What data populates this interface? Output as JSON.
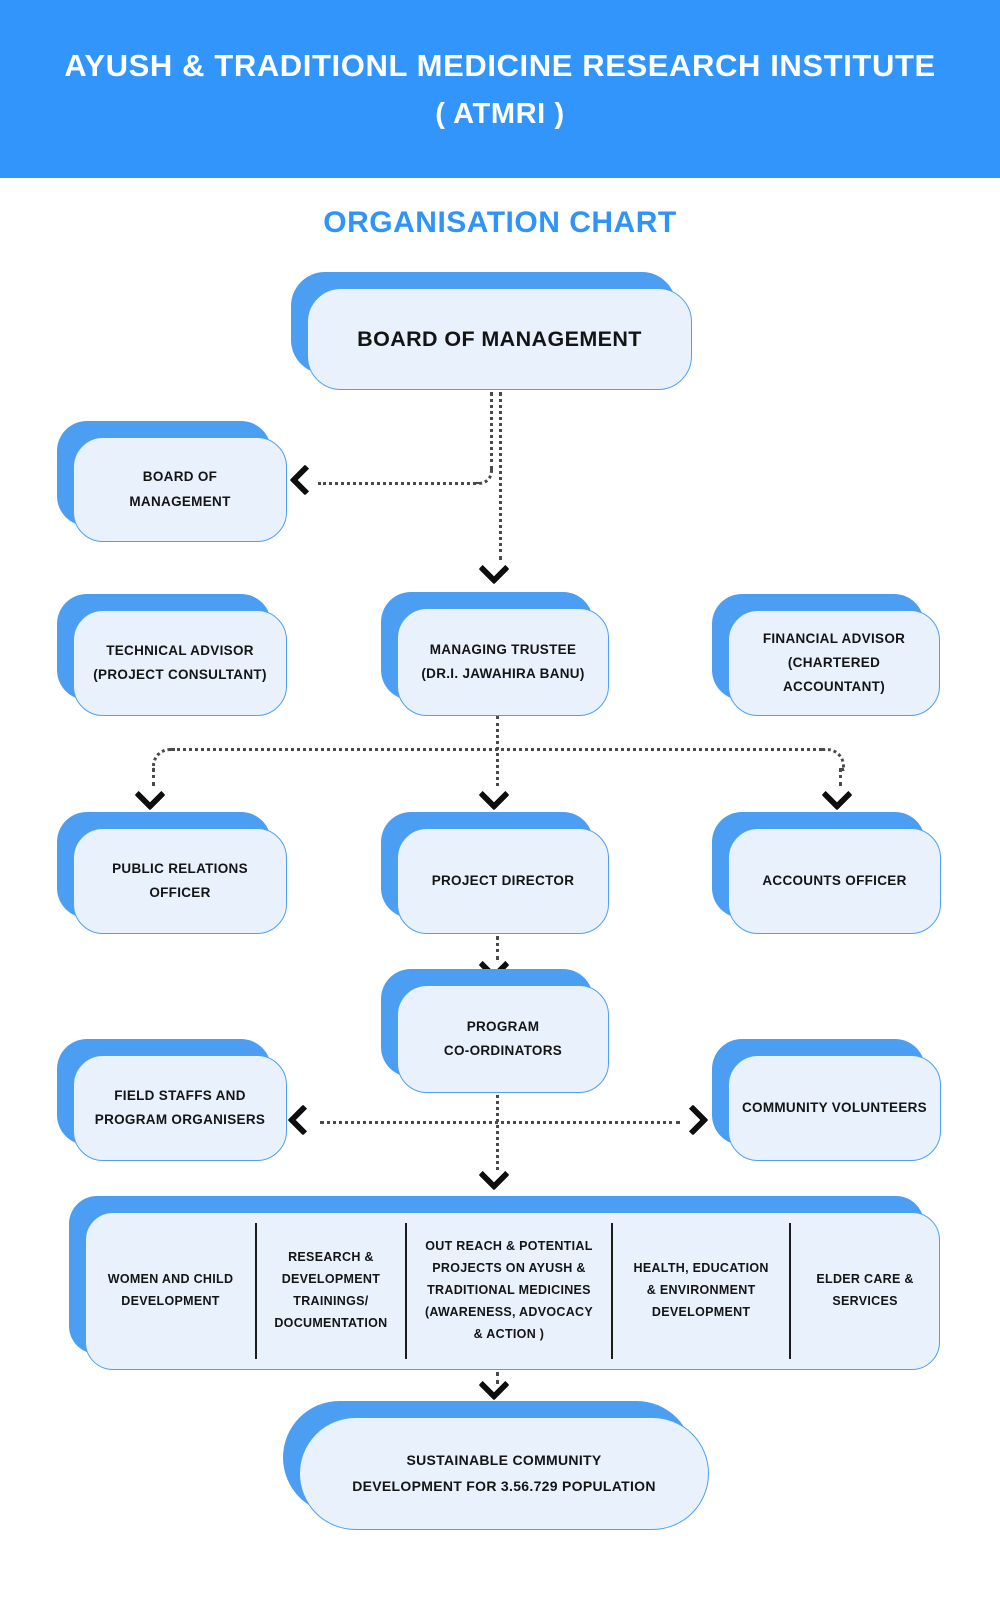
{
  "colors": {
    "banner": "#3295fb",
    "shadow": "#4c9ef2",
    "fill": "#e9f1fd",
    "border": "#4da0f2",
    "title-blue": "#3093f8",
    "ink": "#141414",
    "dot": "#4a4a4a",
    "arrow": "#0e0e0e"
  },
  "banner": {
    "line1": "AYUSH & TRADITIONL MEDICINE RESEARCH INSTITUTE",
    "line2": "( ATMRI )"
  },
  "page_title": "ORGANISATION CHART",
  "nodes": {
    "board_top": {
      "lines": [
        "BOARD OF MANAGEMENT"
      ]
    },
    "board_side": {
      "lines": [
        "BOARD OF",
        "MANAGEMENT"
      ]
    },
    "technical_advisor": {
      "lines": [
        "TECHNICAL ADVISOR",
        "(PROJECT CONSULTANT)"
      ]
    },
    "managing_trustee": {
      "lines": [
        "MANAGING TRUSTEE",
        "(DR.I. JAWAHIRA BANU)"
      ]
    },
    "financial_advisor": {
      "lines": [
        "FINANCIAL ADVISOR",
        "(CHARTERED ACCOUNTANT)"
      ]
    },
    "public_relations_officer": {
      "lines": [
        "PUBLIC RELATIONS",
        "OFFICER"
      ]
    },
    "project_director": {
      "lines": [
        "PROJECT DIRECTOR"
      ]
    },
    "accounts_officer": {
      "lines": [
        "ACCOUNTS OFFICER"
      ]
    },
    "program_coordinators": {
      "lines": [
        "PROGRAM",
        "CO-ORDINATORS"
      ]
    },
    "field_staffs": {
      "lines": [
        "FIELD STAFFS AND",
        "PROGRAM ORGANISERS"
      ]
    },
    "community_volunteers": {
      "lines": [
        "COMMUNITY VOLUNTEERS"
      ]
    },
    "outcome": {
      "lines": [
        "SUSTAINABLE COMMUNITY",
        "DEVELOPMENT FOR 3.56.729 POPULATION"
      ]
    }
  },
  "departments": [
    {
      "label": "WOMEN AND CHILD DEVELOPMENT"
    },
    {
      "label": "RESEARCH & DEVELOPMENT TRAININGS/ DOCUMENTATION"
    },
    {
      "label": "OUT REACH & POTENTIAL PROJECTS ON AYUSH & TRADITIONAL MEDICINES (AWARENESS, ADVOCACY & ACTION )"
    },
    {
      "label": "HEALTH, EDUCATION & ENVIRONMENT DEVELOPMENT"
    },
    {
      "label": "ELDER CARE & SERVICES"
    }
  ]
}
